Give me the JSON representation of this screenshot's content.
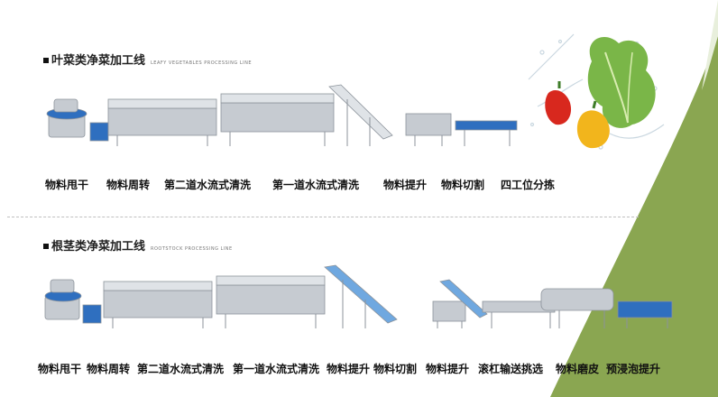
{
  "colors": {
    "accent_green": "#8aa651",
    "steel": "#b9bec4",
    "blue": "#3a78c7",
    "belt": "#6fa8e0"
  },
  "leafy_line": {
    "title": "叶菜类净菜加工线",
    "subtitle": "LEAFY VEGETABLES PROCESSING LINE",
    "stations": [
      "物料甩干",
      "物料周转",
      "第二道水流式清洗",
      "第一道水流式清洗",
      "物料提升",
      "物料切割",
      "四工位分拣"
    ]
  },
  "root_line": {
    "title": "根茎类净菜加工线",
    "subtitle": "ROOTSTOCK PROCESSING LINE",
    "stations": [
      "物料甩干",
      "物料周转",
      "第二道水流式清洗",
      "第一道水流式清洗",
      "物料提升",
      "物料切割",
      "物料提升",
      "滚杠输送挑选",
      "物料磨皮",
      "预浸泡提升"
    ]
  }
}
